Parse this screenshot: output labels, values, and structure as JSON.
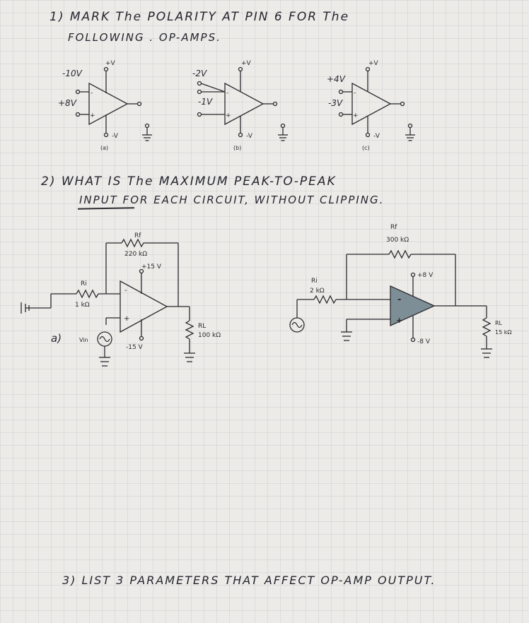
{
  "questions": {
    "q1_line1": "1) MARK The POLARITY AT PIN 6 FOR The",
    "q1_line2": "FOLLOWING . OP-AMPS.",
    "q2_line1": "2) WHAT IS The MAXIMUM PEAK-TO-PEAK",
    "q2_line2": "INPUT FOR EACH CIRCUIT, WITHOUT CLIPPING.",
    "q3_line1": "3) LIST 3 PARAMETERS THAT AFFECT OP-AMP OUTPUT."
  },
  "opamps_q1": [
    {
      "caption": "(a)",
      "supply_pos": "+V",
      "supply_neg": "-V",
      "input_top": "-10V",
      "input_bottom": "+8V"
    },
    {
      "caption": "(b)",
      "supply_pos": "+V",
      "supply_neg": "-V",
      "input_top": "-2V",
      "input_bottom": "-1V"
    },
    {
      "caption": "(c)",
      "supply_pos": "+V",
      "supply_neg": "-V",
      "input_top": "+4V",
      "input_bottom": "-3V"
    }
  ],
  "circuit_a": {
    "label": "a)",
    "rf_name": "Rf",
    "rf_value": "220 kΩ",
    "ri_name": "Ri",
    "ri_value": "1 kΩ",
    "rl_name": "RL",
    "rl_value": "100 kΩ",
    "supply_pos": "+15 V",
    "supply_neg": "-15 V",
    "source": "Vin"
  },
  "circuit_b": {
    "rf_name": "Rf",
    "rf_value": "300 kΩ",
    "ri_name": "Ri",
    "ri_value": "2 kΩ",
    "rl_name": "RL",
    "rl_value": "15 kΩ",
    "supply_pos": "+8 V",
    "supply_neg": "-8 V"
  },
  "pin_signs": {
    "minus": "-",
    "plus": "+"
  },
  "colors": {
    "paper": "#ecebe8",
    "ink": "#2a2a30",
    "grid": "#9a9aa6",
    "opamp_fill": "#7e8e96"
  }
}
